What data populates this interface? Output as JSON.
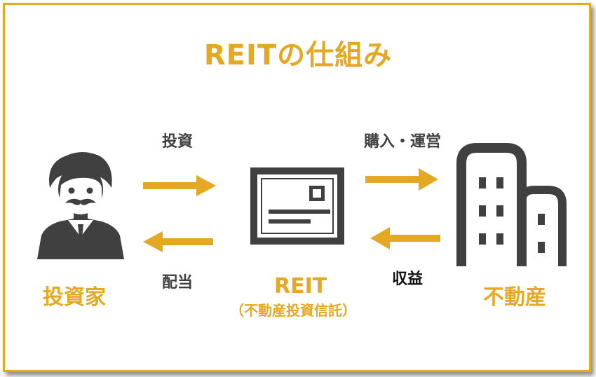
{
  "title": "REITの仕組み",
  "labels": {
    "invest": "投資",
    "dividend": "配当",
    "purchase": "購入・運営",
    "income": "収益"
  },
  "nodes": {
    "investor": "投資家",
    "reit": "REIT",
    "reit_sub": "（不動産投資信託）",
    "real_estate": "不動産"
  },
  "icons": {
    "investor": "person-with-mustache-icon",
    "reit": "certificate-icon",
    "real_estate": "buildings-icon"
  },
  "colors": {
    "accent": "#e5a823",
    "icon": "#404040"
  }
}
